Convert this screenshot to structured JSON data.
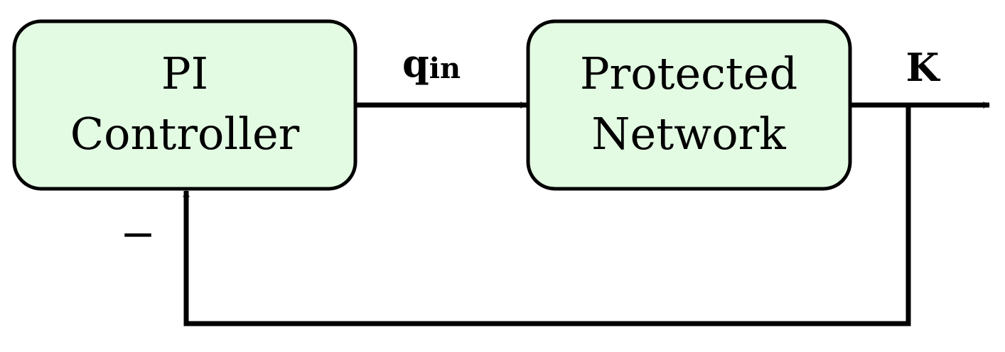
{
  "blocks": {
    "controller": {
      "line1": "PI",
      "line2": "Controller"
    },
    "plant": {
      "line1": "Protected",
      "line2": "Network"
    }
  },
  "signals": {
    "input": {
      "main": "q",
      "sub": "in"
    },
    "output": "K",
    "feedback_sign": "−"
  },
  "colors": {
    "block_fill": "#e3fbe3",
    "stroke": "#000000"
  }
}
